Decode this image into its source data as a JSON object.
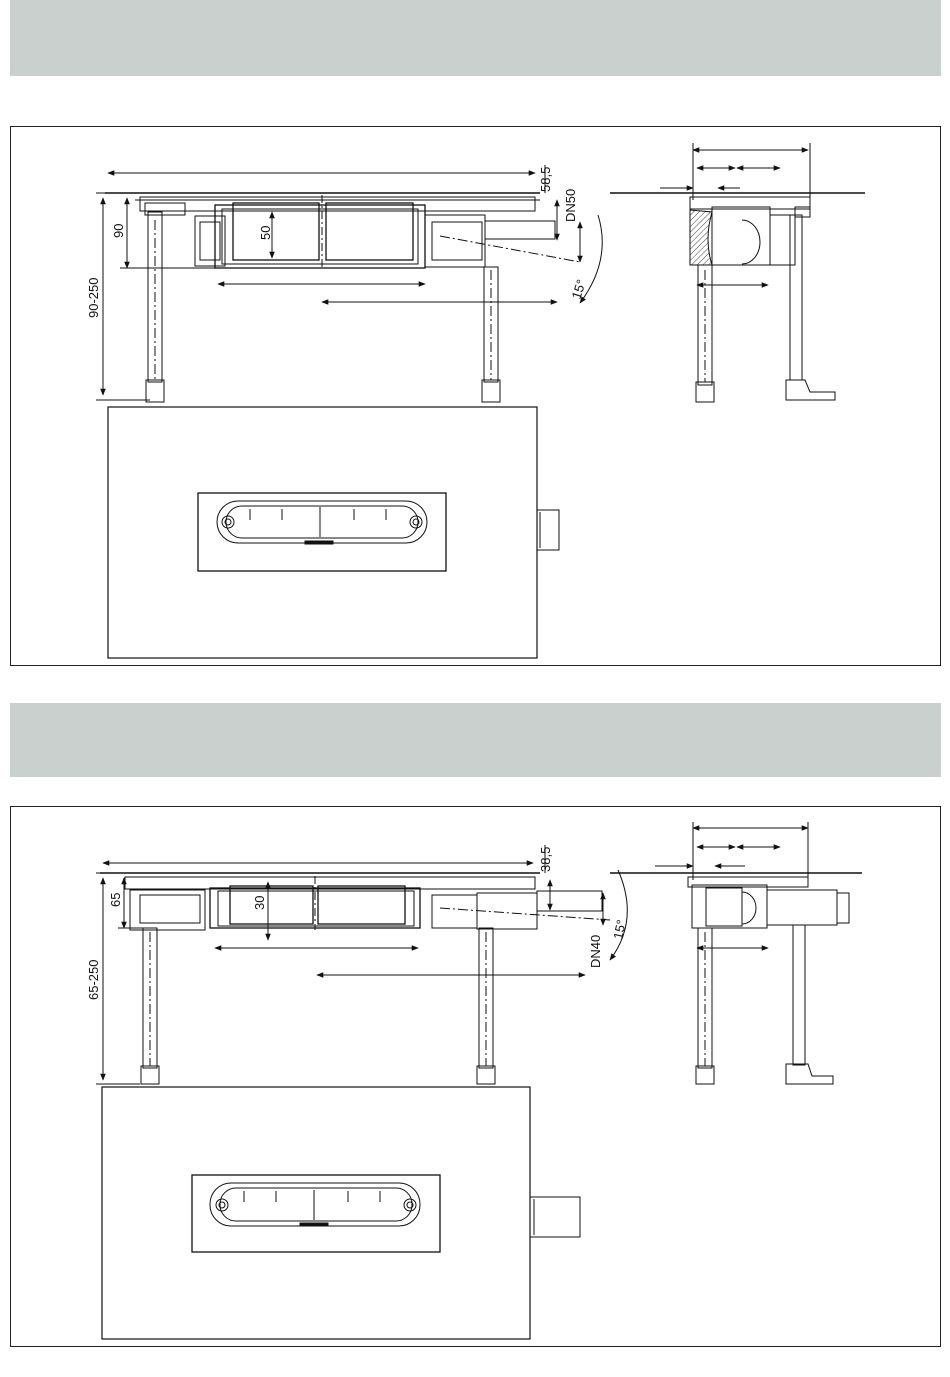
{
  "colors": {
    "band": "#c9d0cd",
    "line": "#111111",
    "frame": "#222222"
  },
  "section1": {
    "dims": {
      "overall_height": "90-250",
      "body_height": "90",
      "inner_height": "50",
      "rim_height": "58,5",
      "outlet": "DN50",
      "angle": "15°"
    }
  },
  "section2": {
    "dims": {
      "overall_height": "65-250",
      "body_height": "65",
      "inner_height": "30",
      "rim_height": "38,5",
      "outlet": "DN40",
      "angle": "15°"
    }
  }
}
